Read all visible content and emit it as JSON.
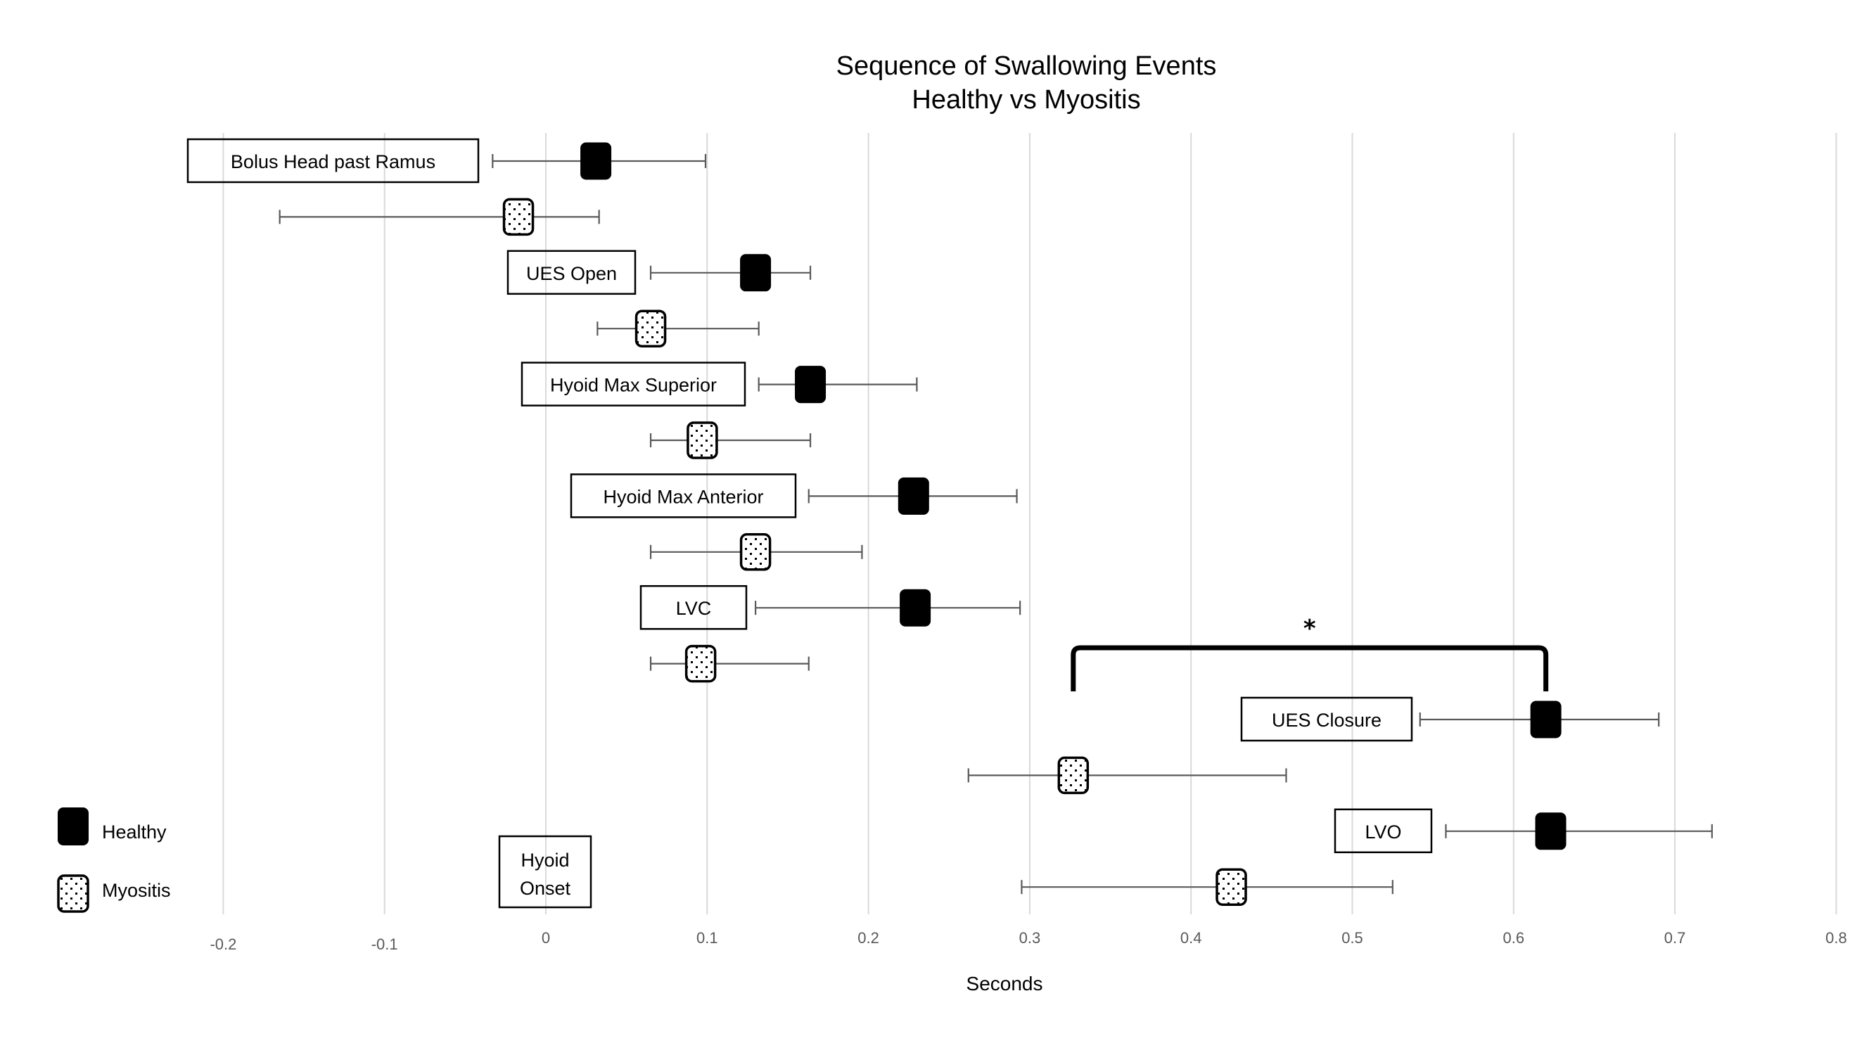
{
  "chart_data": {
    "type": "scatter",
    "subtype": "interval-plot",
    "title": [
      "Sequence of Swallowing Events",
      "Healthy vs Myositis"
    ],
    "xlabel": "Seconds",
    "ylabel": "",
    "xlim": [
      -0.2,
      0.8
    ],
    "x_ticks": [
      -0.2,
      -0.1,
      0,
      0.1,
      0.2,
      0.3,
      0.4,
      0.5,
      0.6,
      0.7,
      0.8
    ],
    "x_tick_labels": [
      "-0.2",
      "-0.1",
      "0",
      "0.1",
      "0.2",
      "0.3",
      "0.4",
      "0.5",
      "0.6",
      "0.7",
      "0.8"
    ],
    "grid": "vertical",
    "legend": {
      "placement": "bottom-left",
      "entries": [
        {
          "name": "Healthy",
          "style": "solid-black"
        },
        {
          "name": "Myositis",
          "style": "dotted"
        }
      ]
    },
    "events": [
      {
        "label": "Bolus Head past Ramus",
        "healthy": {
          "mean": 0.031,
          "low": -0.033,
          "high": 0.099
        },
        "myositis": {
          "mean": -0.017,
          "low": -0.165,
          "high": 0.033
        }
      },
      {
        "label": "UES Open",
        "healthy": {
          "mean": 0.13,
          "low": 0.065,
          "high": 0.164
        },
        "myositis": {
          "mean": 0.065,
          "low": 0.032,
          "high": 0.132
        }
      },
      {
        "label": "Hyoid Max Superior",
        "healthy": {
          "mean": 0.164,
          "low": 0.132,
          "high": 0.23
        },
        "myositis": {
          "mean": 0.097,
          "low": 0.065,
          "high": 0.164
        }
      },
      {
        "label": "Hyoid Max Anterior",
        "healthy": {
          "mean": 0.228,
          "low": 0.163,
          "high": 0.292
        },
        "myositis": {
          "mean": 0.13,
          "low": 0.065,
          "high": 0.196
        }
      },
      {
        "label": "LVC",
        "healthy": {
          "mean": 0.229,
          "low": 0.13,
          "high": 0.294
        },
        "myositis": {
          "mean": 0.096,
          "low": 0.065,
          "high": 0.163
        }
      },
      {
        "label": "UES Closure",
        "healthy": {
          "mean": 0.62,
          "low": 0.542,
          "high": 0.69
        },
        "myositis": {
          "mean": 0.327,
          "low": 0.262,
          "high": 0.459
        }
      },
      {
        "label": "LVO",
        "healthy": {
          "mean": 0.623,
          "low": 0.558,
          "high": 0.723
        },
        "myositis": {
          "mean": 0.425,
          "low": 0.295,
          "high": 0.525
        }
      }
    ],
    "reference_event": {
      "label_lines": [
        "Hyoid",
        "Onset"
      ],
      "x": 0
    },
    "annotations": [
      {
        "type": "significance-bracket",
        "text": "*",
        "event": "UES Closure",
        "from": "myositis",
        "to": "healthy"
      }
    ]
  },
  "colors": {
    "healthy_fill": "#000000",
    "myositis_fill": "#ffffff",
    "myositis_dots": "#000000",
    "errorbar": "#595959",
    "gridline": "#d9d9d9",
    "tick_text": "#595959"
  }
}
